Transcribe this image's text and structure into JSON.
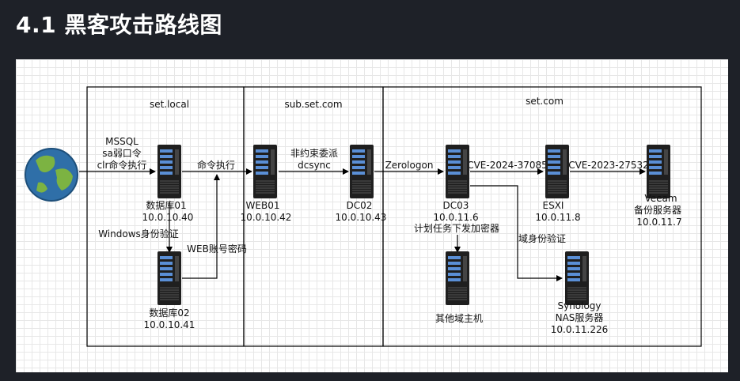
{
  "title": "4.1 黑客攻击路线图",
  "zones": {
    "set_local": "set.local",
    "sub_set_com": "sub.set.com",
    "set_com": "set.com"
  },
  "edges": {
    "internet_db01_1": "MSSQL",
    "internet_db01_2": "sa弱口令",
    "internet_db01_3": "clr命令执行",
    "db01_web01": "命令执行",
    "db01_db02": "Windows身份验证",
    "db02_web01": "WEB账号密码",
    "web01_dc02_1": "非约束委派",
    "web01_dc02_2": "dcsync",
    "dc02_dc03": "Zerologon",
    "dc03_esxi": "CVE-2024-37085",
    "esxi_veeam": "CVE-2023-27532",
    "dc03_others": "计划任务下发加密器",
    "dc03_nas": "域身份验证"
  },
  "nodes": {
    "db01": {
      "name": "数据库01",
      "ip": "10.0.10.40"
    },
    "db02": {
      "name": "数据库02",
      "ip": "10.0.10.41"
    },
    "web01": {
      "name": "WEB01",
      "ip": "10.0.10.42"
    },
    "dc02": {
      "name": "DC02",
      "ip": "10.0.10.43"
    },
    "dc03": {
      "name": "DC03",
      "ip": "10.0.11.6"
    },
    "esxi": {
      "name": "ESXI",
      "ip": "10.0.11.8"
    },
    "veeam": {
      "name1": "Veeam",
      "name2": "备份服务器",
      "ip": "10.0.11.7"
    },
    "others": {
      "name": "其他域主机"
    },
    "nas": {
      "name1": "Synology",
      "name2": "NAS服务器",
      "ip": "10.0.11.226"
    }
  },
  "colors": {
    "page_background": "#1e2128",
    "canvas_background": "#ffffff",
    "line": "#000000",
    "server_body": "#1f1f1f",
    "server_drive": "#5a8fd6",
    "globe_ocean": "#2f6fa8",
    "globe_land": "#7cb342"
  }
}
